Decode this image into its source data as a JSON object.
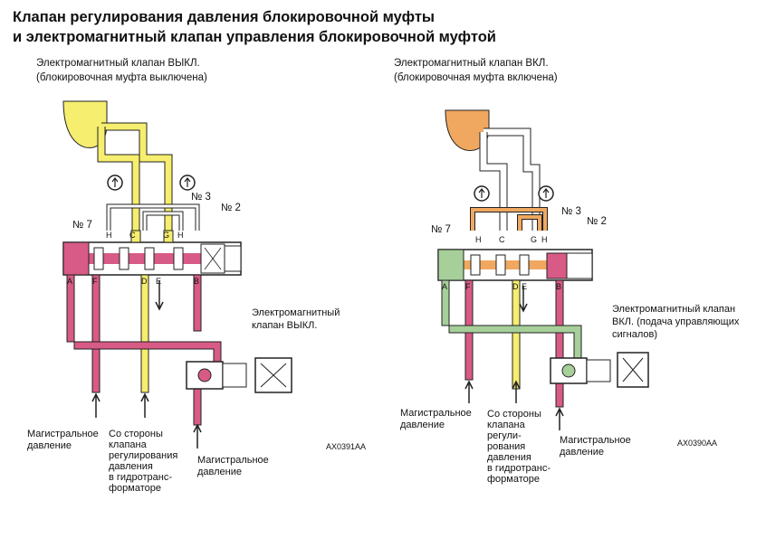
{
  "title": {
    "line1": "Клапан регулирования давления блокировочной муфты",
    "line2": "и электромагнитный клапан управления блокировочной муфтой"
  },
  "left": {
    "caption_line1": "Электромагнитный клапан ВЫКЛ.",
    "caption_line2": "(блокировочная муфта выключена)",
    "no7": "№ 7",
    "no3": "№ 3",
    "no2": "№ 2",
    "solenoid_line1": "Электромагнитный",
    "solenoid_line2": "клапан ВЫКЛ.",
    "line_pressure_1": [
      "Магистральное",
      "давление"
    ],
    "converter_side": [
      "Со стороны",
      "клапана",
      "регулирования",
      "давления",
      "в гидротранс-",
      "форматоре"
    ],
    "line_pressure_2": [
      "Магистральное",
      "давление"
    ],
    "code": "AX0391AA",
    "ports": {
      "H": "H",
      "C": "C",
      "G": "G",
      "H2": "H",
      "A": "A",
      "F": "F",
      "D": "D",
      "E": "E",
      "B": "B"
    }
  },
  "right": {
    "caption_line1": "Электромагнитный клапан ВКЛ.",
    "caption_line2": "(блокировочная муфта включена)",
    "no7": "№ 7",
    "no3": "№ 3",
    "no2": "№ 2",
    "solenoid_line1": "Электромагнитный клапан",
    "solenoid_line2": "ВКЛ. (подача управляющих",
    "solenoid_line3": "сигналов)",
    "line_pressure_1": [
      "Магистральное",
      "давление"
    ],
    "converter_side": [
      "Со стороны",
      "клапана",
      "регули-",
      "рования",
      "давления",
      "в гидротранс-",
      "форматоре"
    ],
    "line_pressure_2": [
      "Магистральное",
      "давление"
    ],
    "code": "AX0390AA",
    "ports": {
      "H": "H",
      "C": "C",
      "G": "G",
      "H2": "H",
      "A": "A",
      "F": "F",
      "D": "D",
      "E": "E",
      "B": "B"
    }
  },
  "colors": {
    "yellow": "#f6ee6e",
    "pink": "#d85a86",
    "orange": "#f0a860",
    "green": "#a6cf9a",
    "outline": "#222222"
  }
}
